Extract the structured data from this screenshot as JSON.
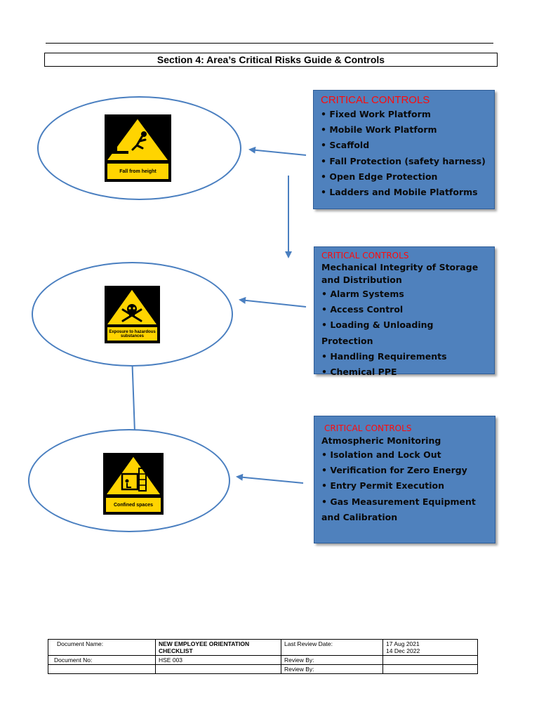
{
  "header": {
    "section_title": "Section 4: Area’s Critical Risks Guide & Controls"
  },
  "risks": [
    {
      "sign_label": "Fall from height",
      "controls": {
        "title": "CRITICAL CONTROLS",
        "intro": "",
        "items": [
          "Fixed Work Platform",
          "Mobile Work Platform",
          "Scaffold",
          "Fall Protection (safety harness)",
          "Open Edge Protection",
          "Ladders and Mobile Platforms"
        ]
      }
    },
    {
      "sign_label": "Exposure to hazardous substances",
      "controls": {
        "title": "CRITICAL CONTROLS",
        "intro": "Mechanical Integrity of Storage and Distribution",
        "items": [
          "Alarm Systems",
          "Access Control",
          "Loading & Unloading Protection",
          "Handling Requirements",
          "Chemical PPE"
        ]
      }
    },
    {
      "sign_label": "Confined spaces",
      "controls": {
        "title": "CRITICAL CONTROLS",
        "intro": "Atmospheric Monitoring",
        "items": [
          "Isolation and Lock Out",
          "Verification for Zero Energy",
          "Entry Permit Execution",
          "Gas Measurement Equipment and Calibration"
        ]
      }
    }
  ],
  "footer": {
    "doc_name_label": "Document Name:",
    "doc_name_value": "NEW EMPLOYEE ORIENTATION CHECKLIST",
    "last_review_label": "Last Review Date:",
    "last_review_dates": [
      "17 Aug 2021",
      "14 Dec 2022"
    ],
    "doc_no_label": "Document No:",
    "doc_no_value": "HSE 003",
    "review_by_label_1": "Review By:",
    "review_by_label_2": "Review By:"
  },
  "colors": {
    "box_fill": "#4f81bd",
    "box_title": "#ff0a0a",
    "ellipse_stroke": "#4a7fc0",
    "arrow": "#4a7fc0",
    "sign_yellow": "#ffd400"
  },
  "icons": [
    "fall-from-height-icon",
    "skull-crossbones-icon",
    "confined-space-icon"
  ]
}
